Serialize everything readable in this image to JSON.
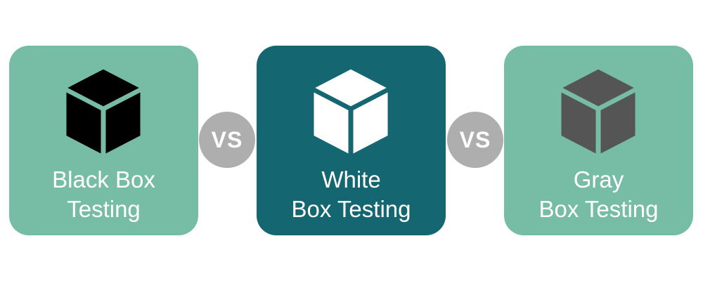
{
  "colors": {
    "card_light": "#77bda5",
    "card_dark": "#146670",
    "vs_circle": "#aeaeae",
    "text": "#ffffff"
  },
  "cards": [
    {
      "line1": "Black Box",
      "line2": "Testing",
      "icon": "cube-icon",
      "cube_color": "#000000"
    },
    {
      "line1": "White",
      "line2": "Box Testing",
      "icon": "cube-icon",
      "cube_color": "#ffffff"
    },
    {
      "line1": "Gray",
      "line2": "Box Testing",
      "icon": "cube-icon",
      "cube_color": "#555555"
    }
  ],
  "separators": [
    "VS",
    "VS"
  ]
}
